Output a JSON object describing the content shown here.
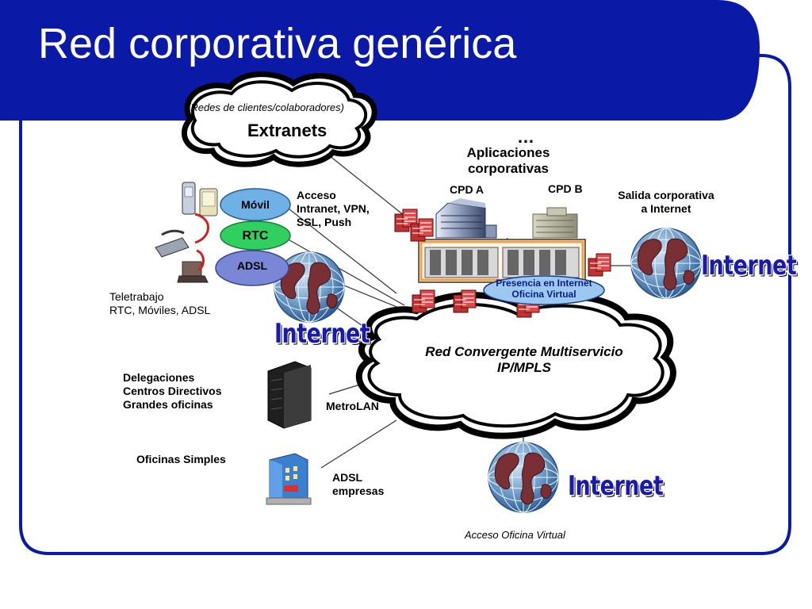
{
  "title": "Red corporativa genérica",
  "colors": {
    "frame": "#0b1aa6",
    "globe": "#5f8fbf",
    "pill_movil": "#6fb1e6",
    "pill_rtc": "#2fd060",
    "pill_adsl": "#7a86d6",
    "portal": "#9cc8f0",
    "dc_frame": "#f0a040"
  },
  "extranet": {
    "subtitle": "(Redes de clientes/colaboradores)",
    "name": "Extranets"
  },
  "ellipsis": "…",
  "apps": {
    "title_line1": "Aplicaciones",
    "title_line2": "corporativas",
    "cpd_a": "CPD A",
    "cpd_b": "CPD B"
  },
  "salida": {
    "line1": "Salida corporativa",
    "line2": "a Internet"
  },
  "internet_label": "Internet",
  "mobile": {
    "movil": "Móvil",
    "rtc": "RTC",
    "adsl": "ADSL"
  },
  "acceso": {
    "line1": "Acceso",
    "line2": "Intranet, VPN,",
    "line3": "SSL, Push"
  },
  "teletrabajo": {
    "line1": "Teletrabajo",
    "line2": "RTC, Móviles, ADSL"
  },
  "presencia": {
    "line1": "Presencia en Internet",
    "line2": "Oficina Virtual"
  },
  "core": {
    "line1": "Red Convergente Multiservicio",
    "line2": "IP/MPLS"
  },
  "delegaciones": {
    "line1": "Delegaciones",
    "line2": "Centros Directivos",
    "line3": "Grandes oficinas"
  },
  "metrolan": "MetroLAN",
  "oficinas": "Oficinas Simples",
  "adsl_emp": {
    "line1": "ADSL",
    "line2": "empresas"
  },
  "acceso_ov": "Acceso Oficina Virtual"
}
